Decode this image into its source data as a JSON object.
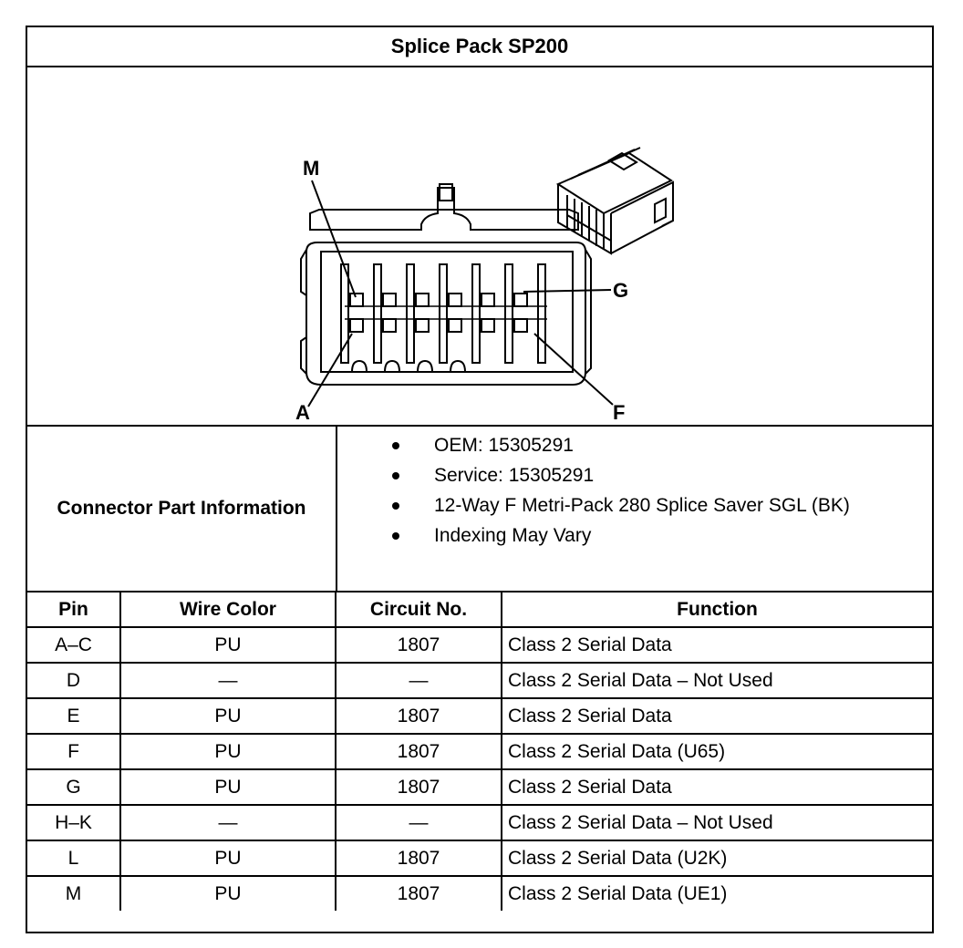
{
  "title": "Splice Pack SP200",
  "figure": {
    "callouts": {
      "m": "M",
      "g": "G",
      "a": "A",
      "f": "F"
    }
  },
  "connector_info": {
    "label": "Connector Part Information",
    "items": [
      "OEM: 15305291",
      "Service: 15305291",
      "12-Way F Metri-Pack 280 Splice Saver SGL (BK)",
      "Indexing May Vary"
    ]
  },
  "table": {
    "headers": [
      "Pin",
      "Wire Color",
      "Circuit No.",
      "Function"
    ],
    "rows": [
      [
        "A–C",
        "PU",
        "1807",
        "Class 2 Serial Data"
      ],
      [
        "D",
        "—",
        "—",
        "Class 2 Serial Data – Not Used"
      ],
      [
        "E",
        "PU",
        "1807",
        "Class 2 Serial Data"
      ],
      [
        "F",
        "PU",
        "1807",
        "Class 2 Serial Data (U65)"
      ],
      [
        "G",
        "PU",
        "1807",
        "Class 2 Serial Data"
      ],
      [
        "H–K",
        "—",
        "—",
        "Class 2 Serial Data – Not Used"
      ],
      [
        "L",
        "PU",
        "1807",
        "Class 2 Serial Data (U2K)"
      ],
      [
        "M",
        "PU",
        "1807",
        "Class 2 Serial Data (UE1)"
      ]
    ]
  }
}
